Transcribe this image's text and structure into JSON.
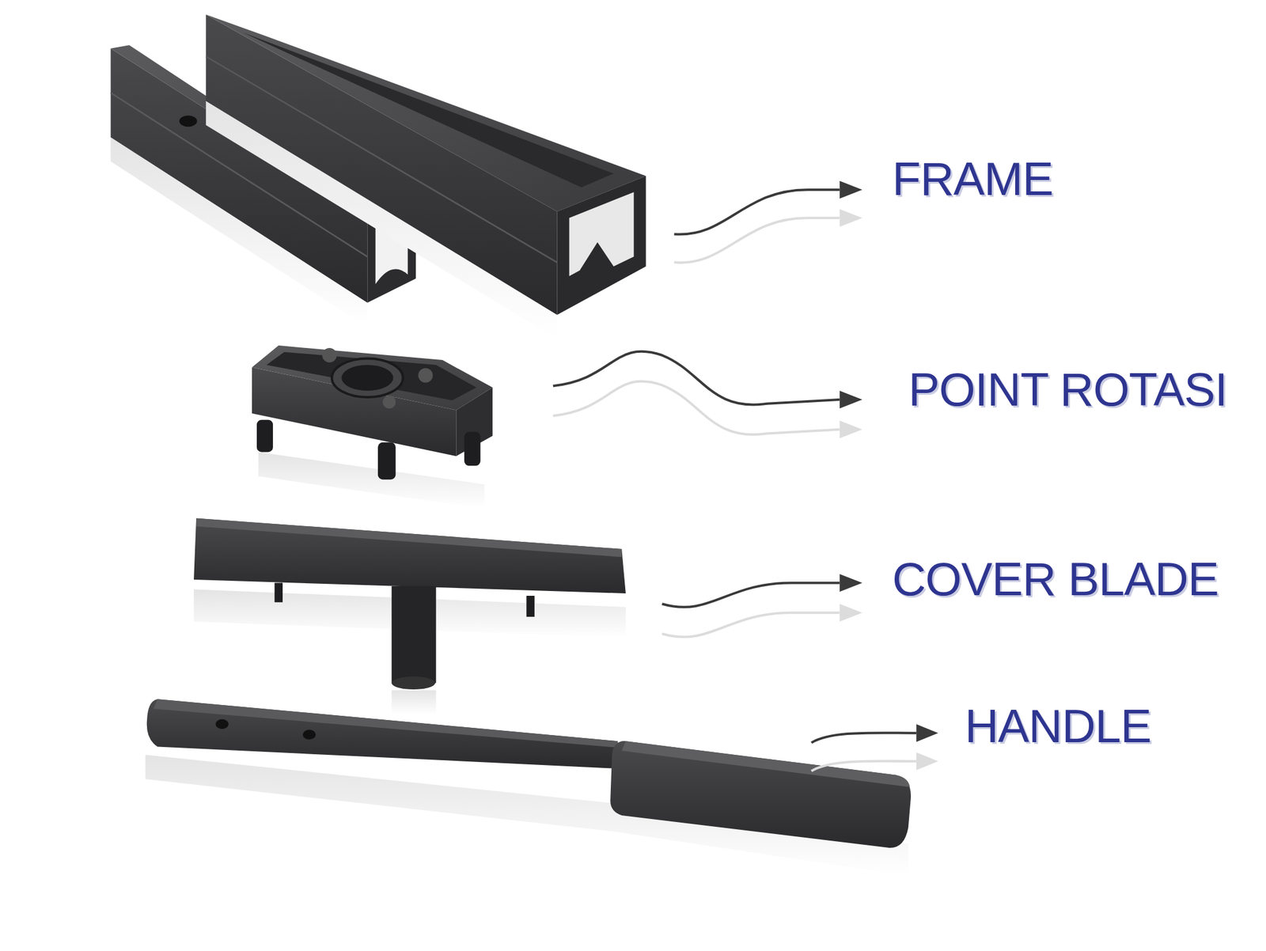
{
  "diagram": {
    "labels": [
      "FRAME",
      "POINT ROTASI",
      "COVER BLADE",
      "HANDLE"
    ]
  }
}
